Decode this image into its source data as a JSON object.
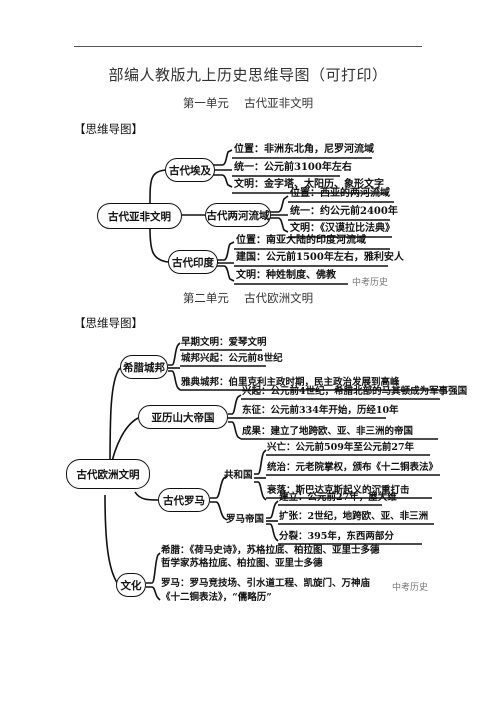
{
  "header": {
    "title": "部编人教版九上历史思维导图（可打印）"
  },
  "unit1": {
    "heading": "第一单元　 古代亚非文明",
    "mindmap_label": "【思维导图】",
    "root": "古代亚非文明",
    "branches": [
      {
        "name": "古代埃及",
        "items": [
          "位置：非洲东北角，尼罗河流域",
          "统一：公元前3100年左右",
          "文明：金字塔、太阳历、象形文字"
        ]
      },
      {
        "name": "古代两河流域",
        "items": [
          "位置：西亚的两河流域",
          "统一：约公元前2400年",
          "文明：《汉谟拉比法典》"
        ]
      },
      {
        "name": "古代印度",
        "items": [
          "位置：南亚大陆的印度河流域",
          "建国：公元前1500年左右，雅利安人",
          "文明：种姓制度、佛教"
        ]
      }
    ],
    "watermark": "中考历史"
  },
  "unit2": {
    "heading": "第二单元　 古代欧洲文明",
    "mindmap_label": "【思维导图】",
    "root": "古代欧洲文明",
    "greece": {
      "name": "希腊城邦",
      "items": [
        "早期文明：爱琴文明",
        "城邦兴起：公元前8世纪",
        "雅典城邦：伯里克利主政时期，民主政治发展到高峰"
      ]
    },
    "alexander": {
      "name": "亚历山大帝国",
      "items": [
        "兴起：公元前4世纪，希腊北部的马其顿成为军事强国",
        "东征：公元前334年开始，历经10年",
        "成果：建立了地跨欧、亚、非三洲的帝国"
      ]
    },
    "rome": {
      "name": "古代罗马",
      "republic": {
        "name": "共和国",
        "items": [
          "兴亡：公元前509年至公元前27年",
          "统治：元老院掌权，颁布《十二铜表法》",
          "衰落：斯巴达克斯起义的沉重打击"
        ]
      },
      "empire": {
        "name": "罗马帝国",
        "items": [
          "建立：公元前27年，屋大维",
          "扩张：2世纪，地跨欧、亚、非三洲",
          "分裂：395年，东西两部分"
        ]
      }
    },
    "culture": {
      "name": "文化",
      "greece_lines": [
        "希腊：《荷马史诗》，苏格拉底、柏拉图、亚里士多德",
        "哲学家苏格拉底、柏拉图、亚里士多德"
      ],
      "rome_lines": [
        "罗马：罗马竞技场、引水道工程、凯旋门、万神庙",
        "《十二铜表法》，“儒略历”"
      ]
    },
    "watermark": "中考历史"
  }
}
